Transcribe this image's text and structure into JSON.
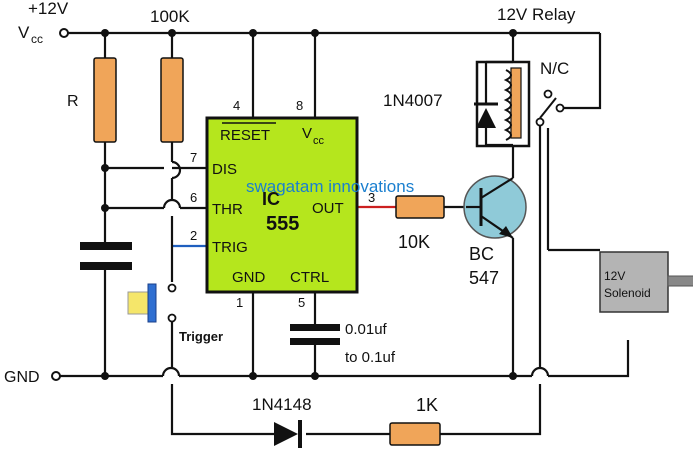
{
  "supply": {
    "voltage": "+12V",
    "vcc_label": "V",
    "vcc_sub": "cc"
  },
  "ground": {
    "label": "GND"
  },
  "resistors": {
    "r": "R",
    "r100k": "100K",
    "r10k": "10K",
    "r1k": "1K"
  },
  "ic": {
    "reset_label": "RESET",
    "vcc_label": "V",
    "vcc_sub": "cc",
    "dis_label": "DIS",
    "thr_label": "THR",
    "trig_label": "TRIG",
    "gnd_label": "GND",
    "ctrl_label": "CTRL",
    "out_label": "OUT",
    "name_line1": "IC",
    "name_line2": "555",
    "pins": {
      "p4": "4",
      "p8": "8",
      "p7": "7",
      "p6": "6",
      "p2": "2",
      "p1": "1",
      "p5": "5",
      "p3": "3"
    }
  },
  "relay": {
    "label": "12V Relay",
    "nc_label": "N/C"
  },
  "diodes": {
    "relay_diode": "1N4007",
    "trigger_diode": "1N4148"
  },
  "transistor": {
    "type": "BC",
    "part": "547"
  },
  "capacitor_ctrl": {
    "line1": "0.01uf",
    "line2": "to 0.1uf"
  },
  "trigger": {
    "label": "Trigger"
  },
  "solenoid": {
    "line1": "12V",
    "line2": "Solenoid"
  },
  "watermark": "swagatam innovations",
  "colors": {
    "resistor": "#f0a559",
    "ic_body": "#b5e61d",
    "transistor": "#8fcad8",
    "solenoid": "#b4b4b4",
    "pushbutton": "#f5e66a",
    "pushbutton_cap": "#2f6fd1",
    "trig_wire": "#1f5fbf",
    "out_wire": "#cc2020",
    "watermark": "#1a7fcf"
  }
}
